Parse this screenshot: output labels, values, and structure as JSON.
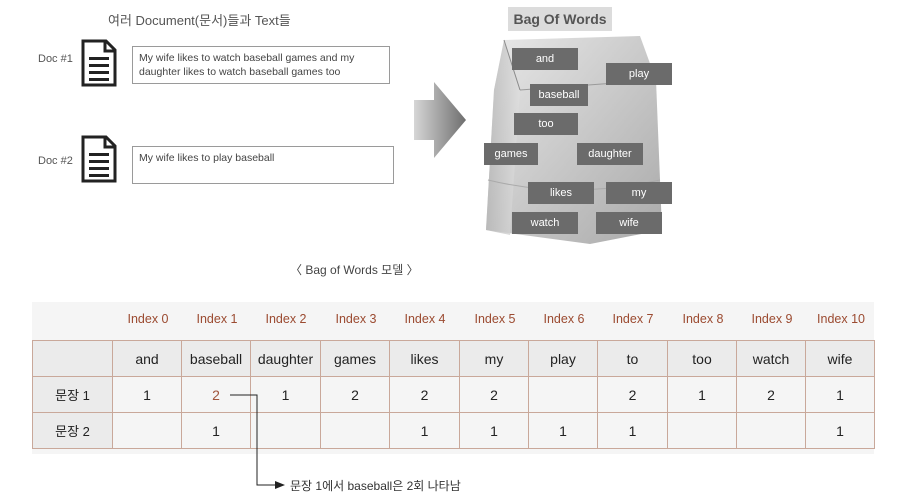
{
  "docs_header": "여러 Document(문서)들과 Text들",
  "documents": [
    {
      "label": "Doc #1",
      "text": "My wife likes to watch baseball games and my daughter likes to watch baseball games too"
    },
    {
      "label": "Doc #2",
      "text": "My wife likes to play baseball"
    }
  ],
  "bag": {
    "title": "Bag Of Words",
    "words": [
      "and",
      "play",
      "baseball",
      "too",
      "games",
      "daughter",
      "likes",
      "my",
      "watch",
      "wife"
    ]
  },
  "caption": "〈 Bag of Words 모델 〉",
  "table": {
    "index_labels": [
      "Index 0",
      "Index 1",
      "Index 2",
      "Index 3",
      "Index 4",
      "Index 5",
      "Index 6",
      "Index 7",
      "Index 8",
      "Index 9",
      "Index 10"
    ],
    "vocab": [
      "and",
      "baseball",
      "daughter",
      "games",
      "likes",
      "my",
      "play",
      "to",
      "too",
      "watch",
      "wife"
    ],
    "rows": [
      {
        "label": "문장 1",
        "values": [
          "1",
          "2",
          "1",
          "2",
          "2",
          "2",
          "",
          "2",
          "1",
          "2",
          "1"
        ]
      },
      {
        "label": "문장 2",
        "values": [
          "",
          "1",
          "",
          "",
          "1",
          "1",
          "1",
          "1",
          "",
          "",
          "1"
        ]
      }
    ]
  },
  "note": "문장 1에서 baseball은 2회 나타남",
  "colors": {
    "index_text": "#9b4a30",
    "highlight": "#a0553c",
    "chip": "#6b6b6b"
  }
}
